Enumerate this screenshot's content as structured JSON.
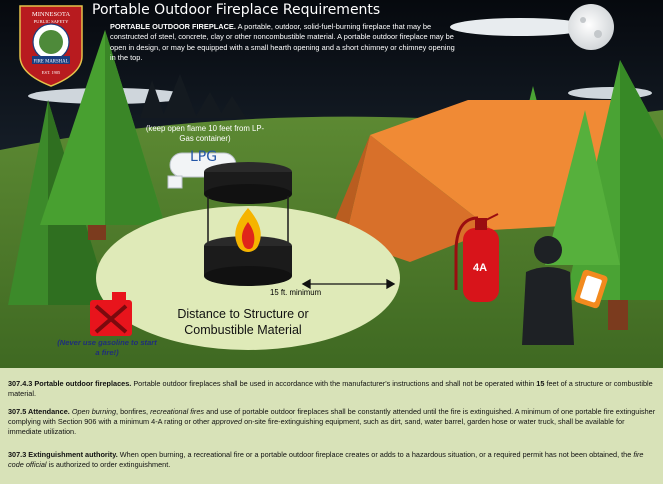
{
  "page": {
    "title": "Portable Outdoor Fireplace Requirements"
  },
  "badge": {
    "top_text": "MINNESOTA",
    "sub_text": "PUBLIC SAFETY",
    "ribbon_text": "FIRE MARSHAL",
    "est_text": "EST. 1905"
  },
  "intro": {
    "term": "PORTABLE OUTDOOR FIREPLACE.",
    "definition": "A portable, outdoor, solid-fuel-burning fireplace that may be constructed of steel, concrete, clay or other noncombustible material. A portable outdoor fireplace may be open in design, or may be equipped with a small hearth opening and a short chimney or chimney opening in the top."
  },
  "scene": {
    "keep_away_note": "(keep open flame 10 feet from LP-Gas container)",
    "lpg_label": "LPG",
    "distance_marker": "15 ft. minimum",
    "distance_title": "Distance to Structure or Combustible Material",
    "extinguisher_label": "4A",
    "gasoline_note": "(Never use gasoline to start a fire!)"
  },
  "code": {
    "s1_heading": "307.4.3 Portable outdoor fireplaces.",
    "s1_text_a": "Portable outdoor fireplaces shall be used in accordance with the manufacturer's instructions and shall not be operated within",
    "s1_bold": "15",
    "s1_text_b": "feet of a structure or combustible material.",
    "s2_heading": "307.5 Attendance.",
    "s2_i1": "Open burning",
    "s2_t1": ", bonfires,",
    "s2_i2": "recreational fires",
    "s2_t2": "and use of portable outdoor fireplaces shall be constantly attended until the fire is extinguished. A minimum of one portable fire extinguisher complying with Section 906 with a minimum 4-A rating or other",
    "s2_i3": "approved",
    "s2_t3": "on-site fire-extinguishing equipment, such as dirt, sand, water barrel, garden hose or water truck, shall be available for immediate utilization.",
    "s3_heading": "307.3 Extinguishment authority.",
    "s3_t1": "When open burning, a recreational fire or a portable outdoor fireplace creates or adds to a hazardous situation, or a required permit has not been obtained, the",
    "s3_i1": "fire code official",
    "s3_t2": "is authorized to order extinguishment."
  },
  "colors": {
    "sky_top": "#0a0f16",
    "sky_bottom": "#2b3a4c",
    "grass": "#4f7a2a",
    "tent": "#e87a2c",
    "fire_ring": "#d9e7b4",
    "extinguisher": "#d8141a",
    "footer": "#d8e2b8"
  }
}
